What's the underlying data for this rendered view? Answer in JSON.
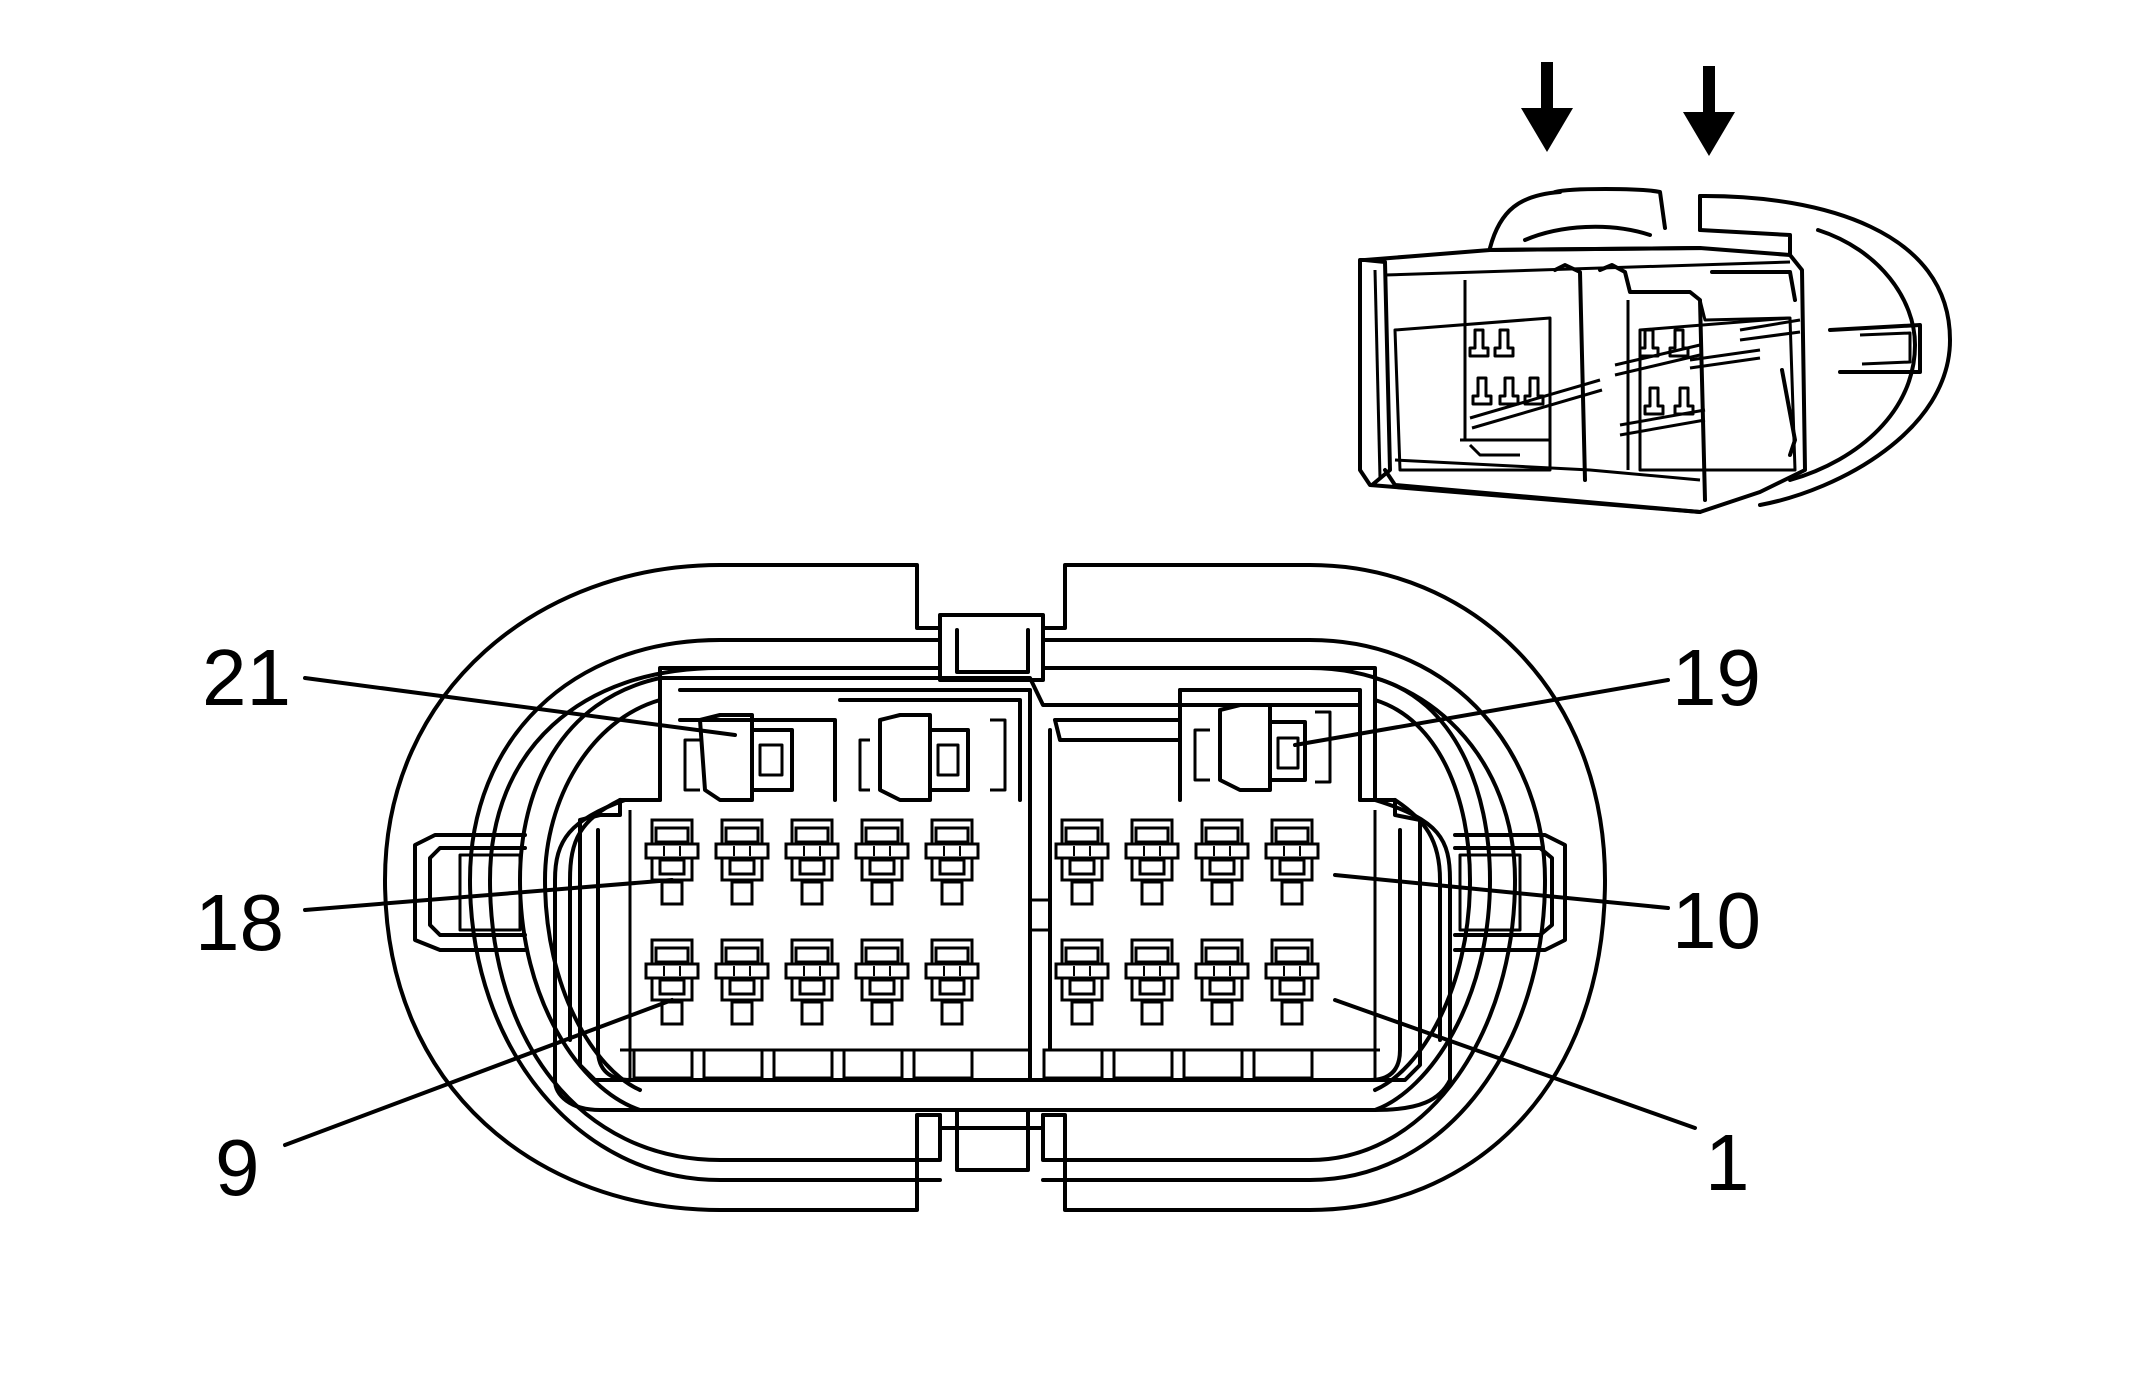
{
  "diagram": {
    "pin_labels": {
      "pin_21": "21",
      "pin_19": "19",
      "pin_18": "18",
      "pin_10": "10",
      "pin_9": "9",
      "pin_1": "1"
    },
    "icons": {
      "arrow_left": "down-arrow-icon",
      "arrow_right": "down-arrow-icon"
    },
    "colors": {
      "line": "#000000",
      "background": "#ffffff"
    }
  }
}
